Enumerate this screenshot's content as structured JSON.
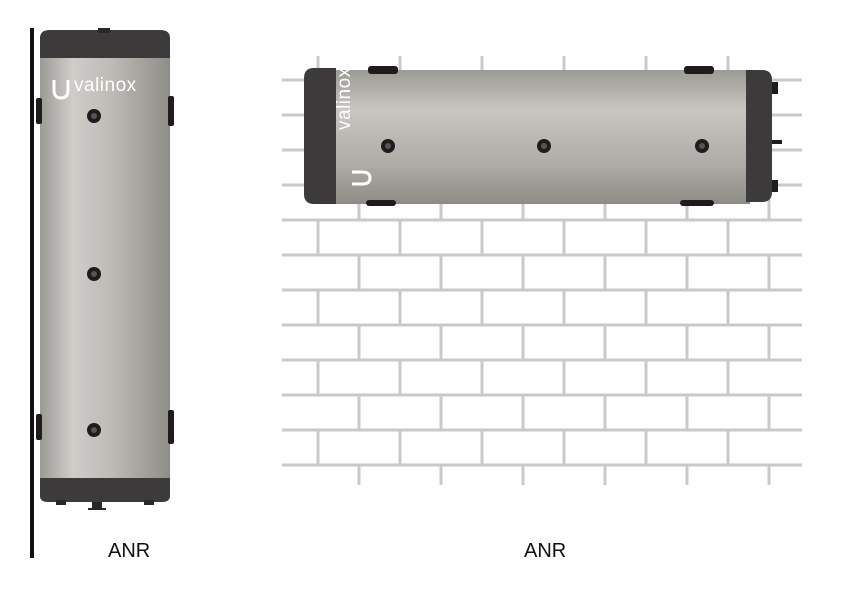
{
  "brand": {
    "name": "valinox"
  },
  "vertical_tank": {
    "caption": "ANR"
  },
  "horizontal_tank": {
    "caption": "ANR"
  },
  "colors": {
    "tank_body_light": "#c8c6c1",
    "tank_body_dark": "#a4a29c",
    "tank_cap": "#3d3a3b",
    "fitting": "#1e1c1d",
    "brick_mortar": "#c9c9c9",
    "wall_line": "#111111"
  }
}
